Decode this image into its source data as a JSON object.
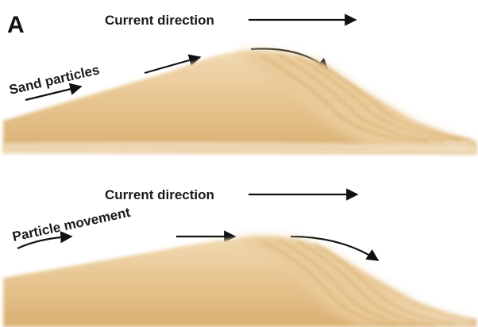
{
  "panel_letter": "A",
  "top_panel": {
    "current_label": "Current direction",
    "particle_label": "Sand particles"
  },
  "bottom_panel": {
    "current_label": "Current direction",
    "particle_label": "Particle movement"
  },
  "colors": {
    "sand_light": "#f3dfbd",
    "sand_mid": "#e3bd83",
    "sand_dark": "#c99a55",
    "sand_stripe": "#d2a257",
    "arrow": "#111111"
  }
}
